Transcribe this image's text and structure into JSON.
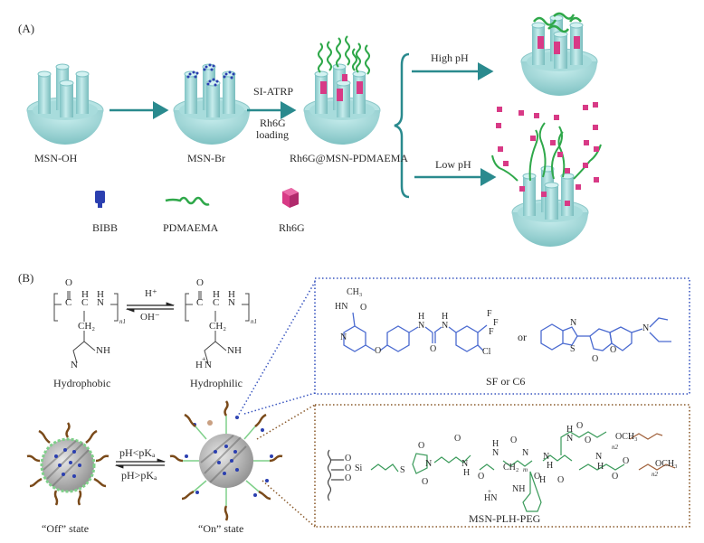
{
  "panel_a": {
    "tag": "(A)",
    "stages": [
      {
        "label": "MSN-OH"
      },
      {
        "label": "MSN-Br"
      },
      {
        "label": "Rh6G@MSN-PDMAEMA"
      }
    ],
    "step_arrow": {
      "top": "SI-ATRP",
      "bottom_line1": "Rh6G",
      "bottom_line2": "loading"
    },
    "branches": [
      {
        "label": "High pH"
      },
      {
        "label": "Low pH"
      }
    ],
    "legend": [
      {
        "label": "BIBB",
        "icon": "bibb-initiator-icon",
        "color": "#2b3fb0"
      },
      {
        "label": "PDMAEMA",
        "icon": "polymer-chain-icon",
        "color": "#2fa84a"
      },
      {
        "label": "Rh6G",
        "icon": "dye-cube-icon",
        "color": "#d83a86"
      }
    ]
  },
  "panel_b": {
    "tag": "(B)",
    "monomer_left": {
      "o": "O",
      "c1": "C",
      "h1": "H",
      "c2": "C",
      "h2": "H",
      "n": "N",
      "ch2": "CH₂",
      "sub": "n1",
      "nh": "NH",
      "n_ring": "N",
      "label": "Hydrophobic"
    },
    "monomer_right": {
      "o": "O",
      "c1": "C",
      "h1": "H",
      "c2": "C",
      "h2": "H",
      "n": "N",
      "ch2": "CH₂",
      "sub": "n1",
      "nh": "NH",
      "n_ring": "N",
      "h_plus": "H",
      "plus": "+",
      "label": "Hydrophilic"
    },
    "equilibrium": {
      "top": "H⁺",
      "bottom": "OH⁻"
    },
    "nanoparticles": {
      "off_label": "“Off” state",
      "on_label": "“On” state",
      "arrow_top": "pH<pKₐ",
      "arrow_bottom": "pH>pKₐ"
    },
    "drug_box": {
      "label": "SF or C6",
      "or": "or",
      "sf_atoms": {
        "ch3": "CH₃",
        "hn": "HN",
        "o1": "O",
        "n_pyr": "N",
        "o_eth": "O",
        "h1": "H",
        "n1": "N",
        "h2": "H",
        "n2": "N",
        "o_urea": "O",
        "f1": "F",
        "f2": "F",
        "f3": "F",
        "cl": "Cl"
      },
      "c6_atoms": {
        "n": "N",
        "s": "S",
        "o_ring": "O",
        "o_co": "O",
        "n_et": "N"
      },
      "border_color": "#3a56c0"
    },
    "polymer_box": {
      "label": "MSN-PLH-PEG",
      "atoms": {
        "o1": "O",
        "o2": "O",
        "o3": "O",
        "si": "Si",
        "s": "S",
        "n_mal": "N",
        "o_mal1": "O",
        "o_mal2": "O",
        "o_am1": "O",
        "nh1_n": "N",
        "nh1_h": "H",
        "o_am2": "O",
        "n_his": "N",
        "h_his": "H",
        "o_his": "O",
        "ch2": "CH₂",
        "m": "m",
        "hn_plus": "HN",
        "plus": "+",
        "nh_ring": "NH",
        "n_lys": "N",
        "o_lys": "O",
        "nh_lys2_n": "N",
        "nh_lys2_h": "H",
        "oh_h": "H",
        "o_oh": "O",
        "n_carb1": "N",
        "h_carb1": "H",
        "o_carb1": "O",
        "o_peg1": "O",
        "och3_1": "OCH₃",
        "n2_1": "n2",
        "n_carb2": "N",
        "h_carb2": "H",
        "o_carb2": "O",
        "o_peg2": "O",
        "och3_2": "OCH₃",
        "n2_2": "n2"
      },
      "border_color": "#8a5a2b"
    }
  },
  "colors": {
    "arrow": "#2a8a8e",
    "msn": "#9fd8d8",
    "msn_dark": "#6fb6b8",
    "dye": "#d83a86",
    "polymer": "#2fa84a",
    "initiator": "#2b3fb0",
    "drug_blue": "#4a6ad0",
    "plh_green": "#3a9a5a",
    "peg_brown": "#a0603a",
    "brown_chain": "#7a4a1a"
  }
}
